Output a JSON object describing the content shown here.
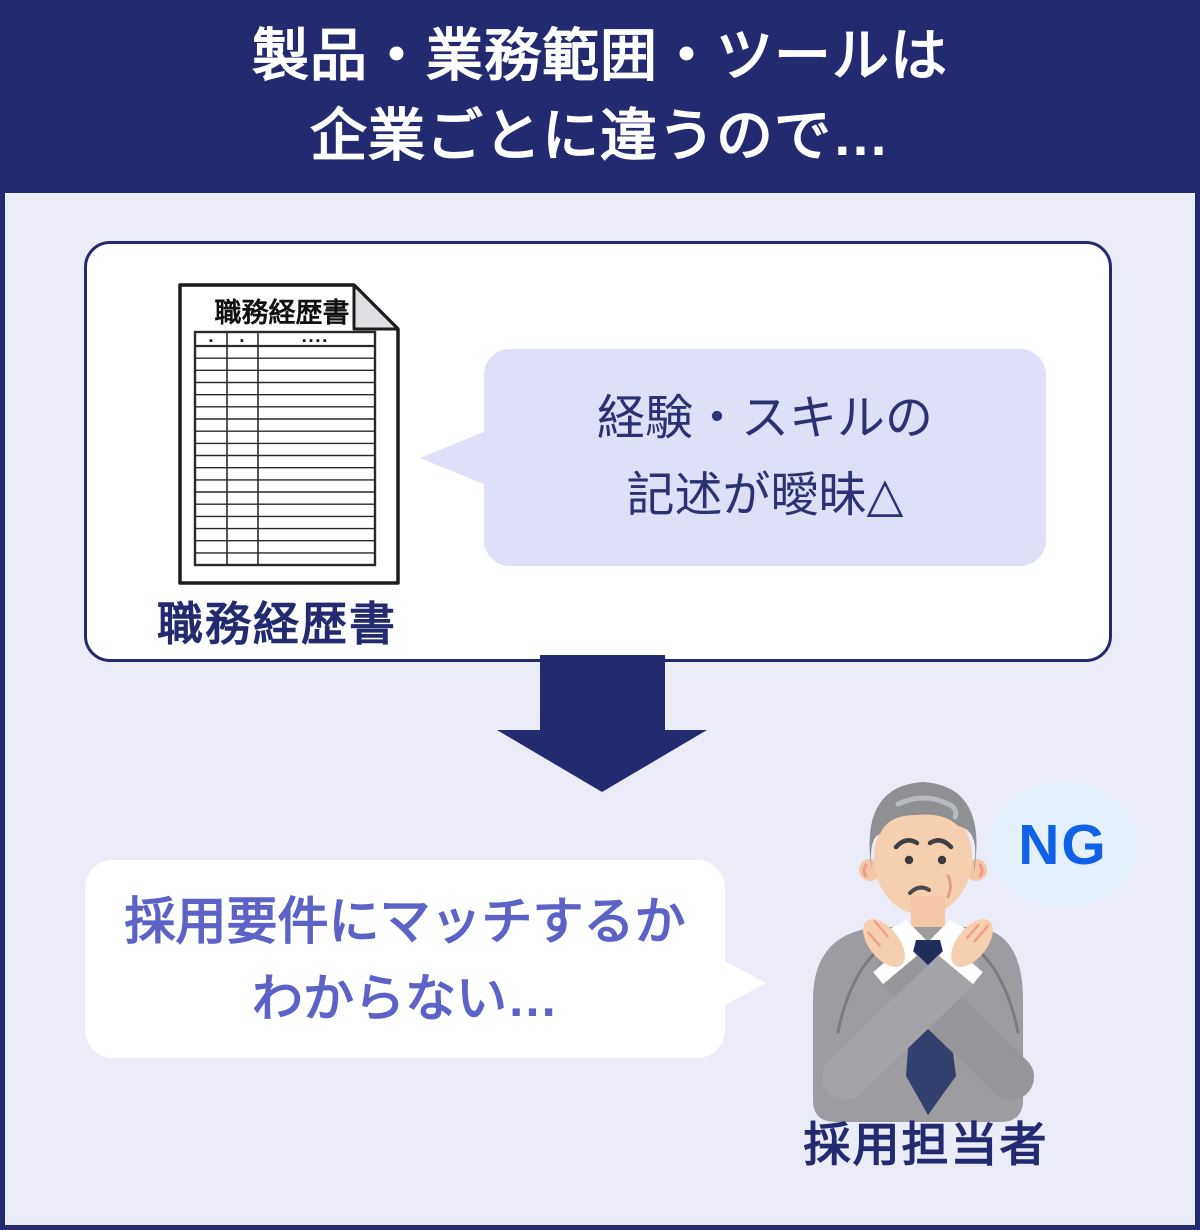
{
  "colors": {
    "navy": "#242a70",
    "background": "#ebecf8",
    "bubble_lavender": "#dde0f6",
    "bubble_text_navy": "#2b3173",
    "result_text_blue": "#5d63c6",
    "ng_blue": "#1160e8",
    "ng_bubble_bg": "#e4f0fb"
  },
  "header": {
    "line1": "製品・業務範囲・ツールは",
    "line2": "企業ごとに違うので…"
  },
  "resume_panel": {
    "document_title": "職務経歴書",
    "document_label": "職務経歴書",
    "table_dots": {
      "col1": "▪",
      "col2": "▪",
      "col3": "▪▪▪▪"
    },
    "bubble_line1": "経験・スキルの",
    "bubble_line2": "記述が曖昧△"
  },
  "result": {
    "bubble_line1": "採用要件にマッチするか",
    "bubble_line2": "わからない…",
    "ng_label": "NG",
    "person_label": "採用担当者"
  }
}
